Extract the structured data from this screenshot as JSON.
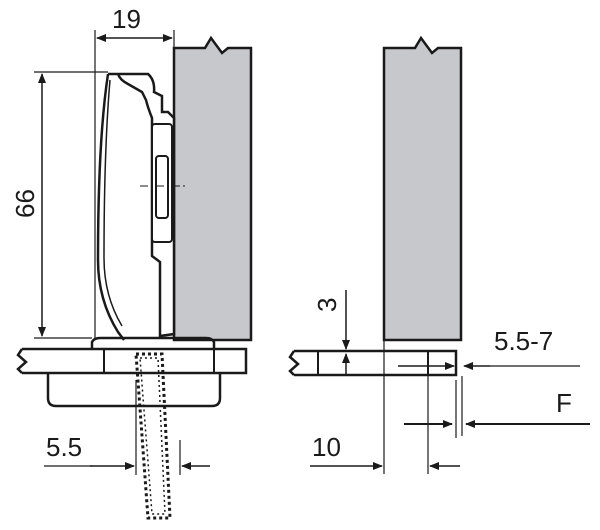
{
  "dimensions": {
    "width_19": "19",
    "height_66": "66",
    "offset_5_5": "5.5",
    "thickness_3": "3",
    "range_5_5_7": "5.5-7",
    "distance_10": "10",
    "force_F": "F"
  },
  "colors": {
    "panel_fill": "#c7c8cb",
    "line": "#1a1a1a",
    "background": "#ffffff"
  }
}
